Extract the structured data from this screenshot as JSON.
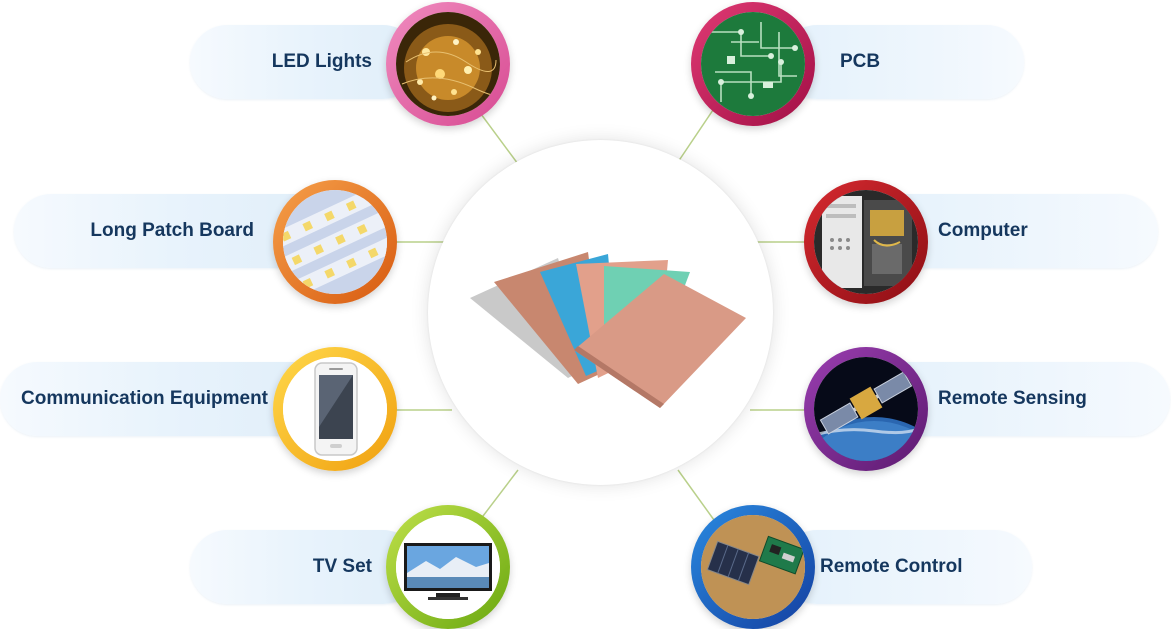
{
  "center": {
    "icon": "copper-clad-laminate-sheets-icon"
  },
  "applications": [
    {
      "id": "led-lights",
      "label": "LED Lights",
      "icon": "led-lights-icon",
      "ring_color": "#e26aa6"
    },
    {
      "id": "pcb",
      "label": "PCB",
      "icon": "pcb-icon",
      "ring_color": "#c0165a"
    },
    {
      "id": "long-patch-board",
      "label": "Long Patch Board",
      "icon": "led-strip-board-icon",
      "ring_color": "#ea7a24"
    },
    {
      "id": "computer",
      "label": "Computer",
      "icon": "computer-icon",
      "ring_color": "#b0121c"
    },
    {
      "id": "communication-equipment",
      "label": "Communication Equipment",
      "icon": "smartphone-icon",
      "ring_color": "#f6bc1a"
    },
    {
      "id": "remote-sensing",
      "label": "Remote Sensing",
      "icon": "satellite-icon",
      "ring_color": "#7a2a8c"
    },
    {
      "id": "tv-set",
      "label": "TV Set",
      "icon": "television-icon",
      "ring_color": "#8ec21c"
    },
    {
      "id": "remote-control",
      "label": "Remote Control",
      "icon": "circuit-board-icon",
      "ring_color": "#1a63c2"
    }
  ]
}
